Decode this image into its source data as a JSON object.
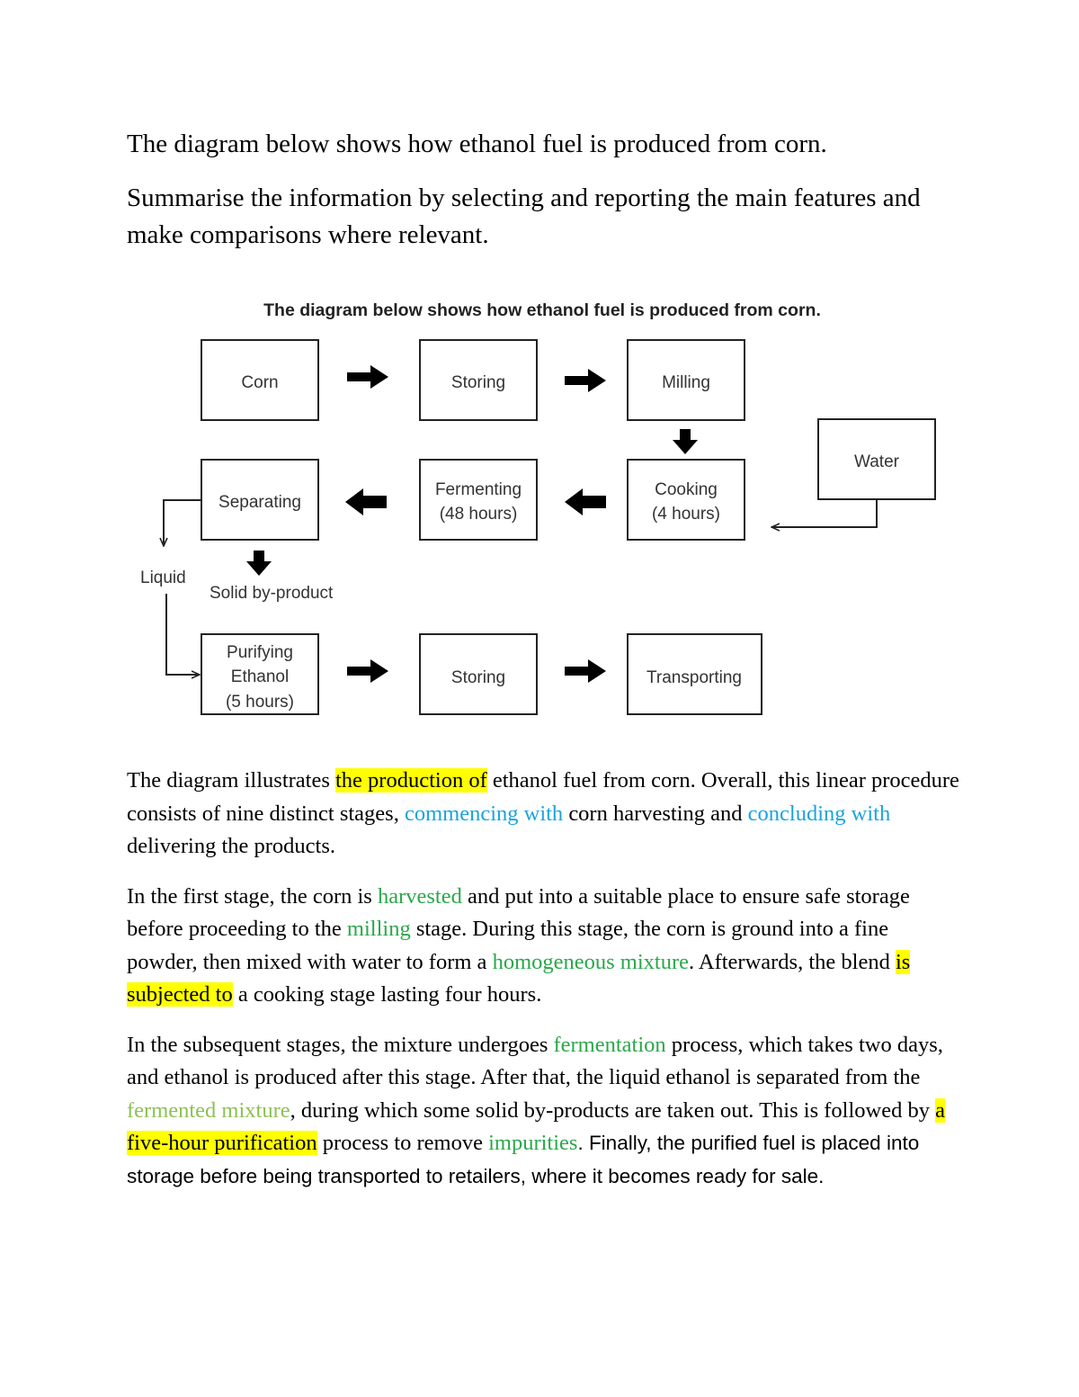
{
  "prompt": {
    "line1": "The diagram below shows how ethanol fuel is produced from corn.",
    "line2": "Summarise the information by selecting and reporting the main features and make comparisons where relevant."
  },
  "diagram": {
    "title": "The diagram below shows how ethanol fuel is produced from corn.",
    "boxes": {
      "corn": "Corn",
      "storing1": "Storing",
      "milling": "Milling",
      "water": "Water",
      "cooking_l1": "Cooking",
      "cooking_l2": "(4 hours)",
      "fermenting_l1": "Fermenting",
      "fermenting_l2": "(48 hours)",
      "separating": "Separating",
      "purifying_l1": "Purifying",
      "purifying_l2": "Ethanol",
      "purifying_l3": "(5 hours)",
      "storing2": "Storing",
      "transporting": "Transporting"
    },
    "labels": {
      "liquid": "Liquid",
      "solid": "Solid by-product"
    }
  },
  "essay": {
    "p1": [
      {
        "t": "The diagram illustrates ",
        "s": ""
      },
      {
        "t": "the production of",
        "s": "hl"
      },
      {
        "t": " ethanol fuel from corn. Overall, this linear procedure consists of nine distinct stages, ",
        "s": ""
      },
      {
        "t": "commencing with",
        "s": "blue"
      },
      {
        "t": " corn harvesting and ",
        "s": ""
      },
      {
        "t": "concluding with",
        "s": "blue"
      },
      {
        "t": " delivering the products.",
        "s": ""
      }
    ],
    "p2": [
      {
        "t": "In the first stage, the corn is ",
        "s": ""
      },
      {
        "t": "harvested",
        "s": "green"
      },
      {
        "t": " and put into a suitable place to ensure safe storage before proceeding to the ",
        "s": ""
      },
      {
        "t": "milling",
        "s": "green"
      },
      {
        "t": " stage. During this stage, the corn is ground into a fine powder, then mixed with water to form a ",
        "s": ""
      },
      {
        "t": "homogeneous mixture",
        "s": "green"
      },
      {
        "t": ". Afterwards, the blend ",
        "s": ""
      },
      {
        "t": "is subjected to",
        "s": "hl"
      },
      {
        "t": " a cooking stage lasting four hours.",
        "s": ""
      }
    ],
    "p3": [
      {
        "t": "In the subsequent stages, the mixture undergoes ",
        "s": ""
      },
      {
        "t": "fermentation",
        "s": "green"
      },
      {
        "t": " process, which takes two days, and ethanol is produced after this stage. After that, the liquid ethanol is separated from the ",
        "s": ""
      },
      {
        "t": "fermented mixture",
        "s": "lgreen"
      },
      {
        "t": ", during which some solid by-products are taken out. This is followed by ",
        "s": ""
      },
      {
        "t": "a five-hour purification",
        "s": "hl"
      },
      {
        "t": " process to remove ",
        "s": ""
      },
      {
        "t": "impurities",
        "s": "green"
      },
      {
        "t": ". Finally, the purified fuel is placed into storage before being transported to retailers, where it becomes ready for sale.",
        "s": "sans"
      }
    ]
  }
}
